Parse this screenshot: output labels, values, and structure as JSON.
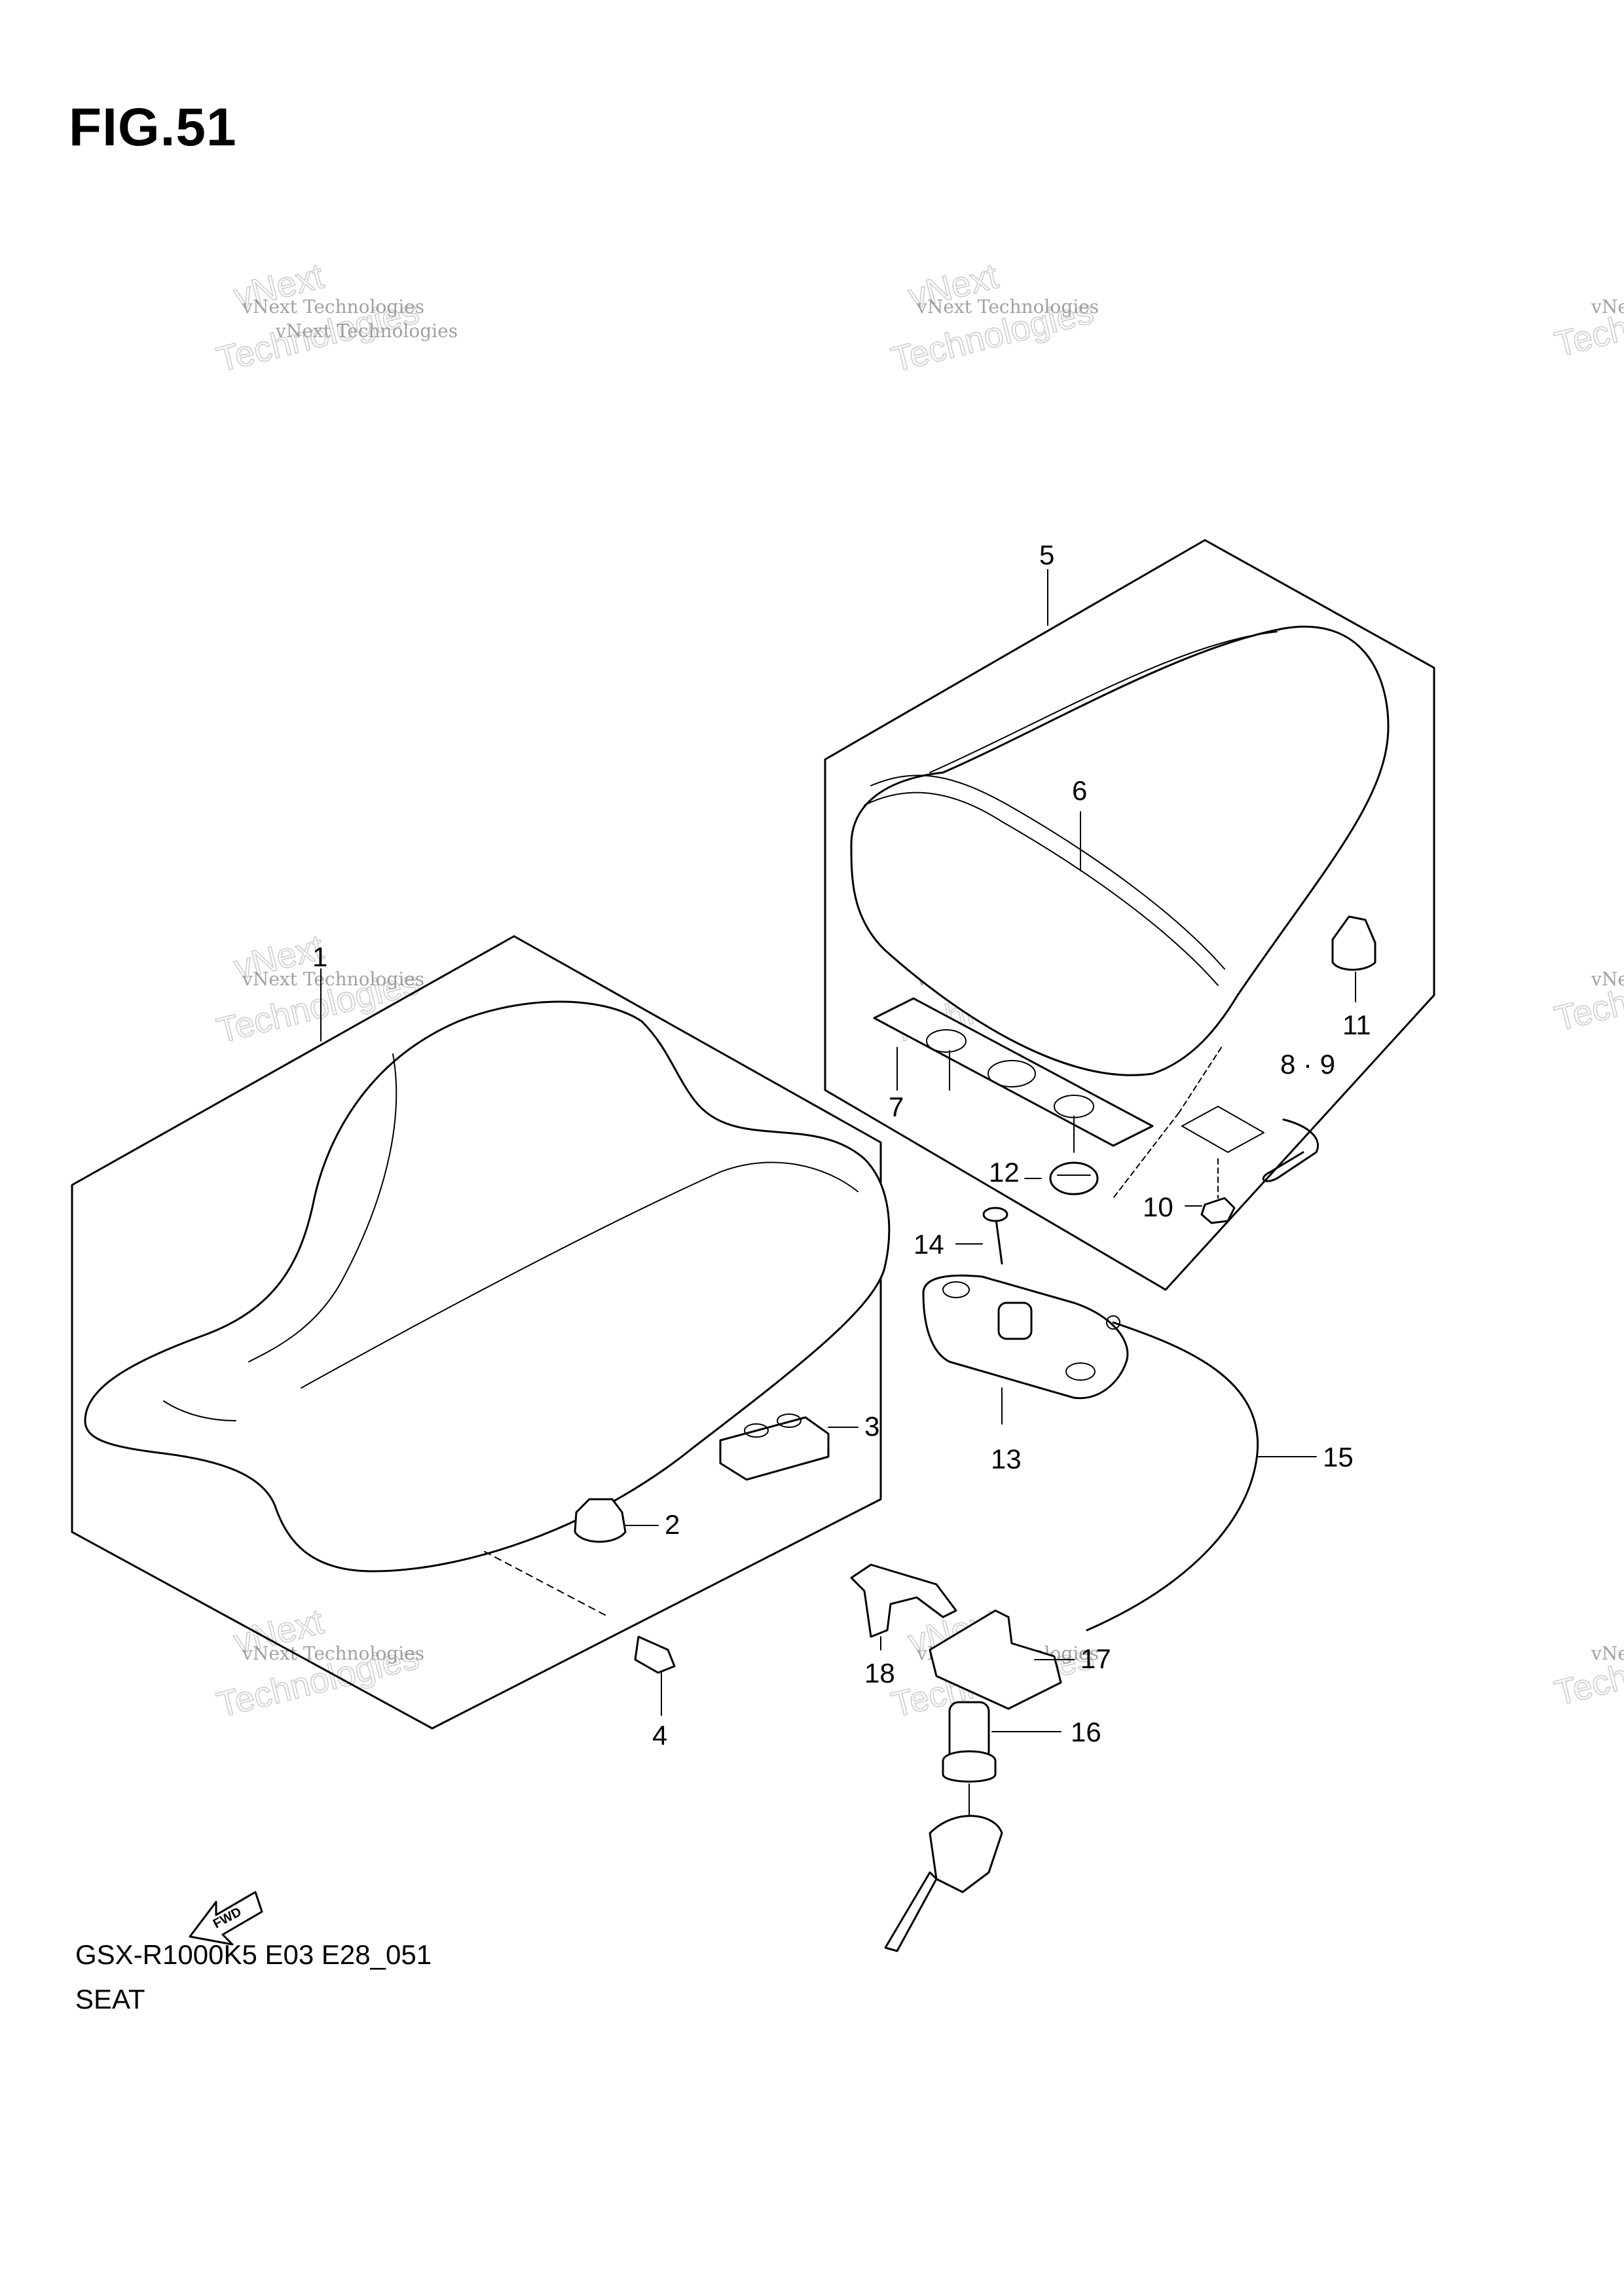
{
  "figure": {
    "title": "FIG.51",
    "model_code": "GSX-R1000K5 E03 E28_051",
    "section_name": "SEAT"
  },
  "watermark": {
    "small_text": "vNext Technologies",
    "big_line1": "vNext",
    "big_line2": "Technologies"
  },
  "callouts": [
    {
      "id": "1",
      "label": "1"
    },
    {
      "id": "2",
      "label": "2"
    },
    {
      "id": "3",
      "label": "3"
    },
    {
      "id": "4",
      "label": "4"
    },
    {
      "id": "5",
      "label": "5"
    },
    {
      "id": "6",
      "label": "6"
    },
    {
      "id": "7",
      "label": "7"
    },
    {
      "id": "8-9",
      "label": "8 · 9"
    },
    {
      "id": "10",
      "label": "10"
    },
    {
      "id": "11",
      "label": "11"
    },
    {
      "id": "12",
      "label": "12"
    },
    {
      "id": "13",
      "label": "13"
    },
    {
      "id": "14",
      "label": "14"
    },
    {
      "id": "15",
      "label": "15"
    },
    {
      "id": "16",
      "label": "16"
    },
    {
      "id": "17",
      "label": "17"
    },
    {
      "id": "18",
      "label": "18"
    }
  ],
  "fwd_label": "FWD",
  "colors": {
    "line": "#000000",
    "background": "#ffffff",
    "watermark": "#9e9e9e"
  }
}
